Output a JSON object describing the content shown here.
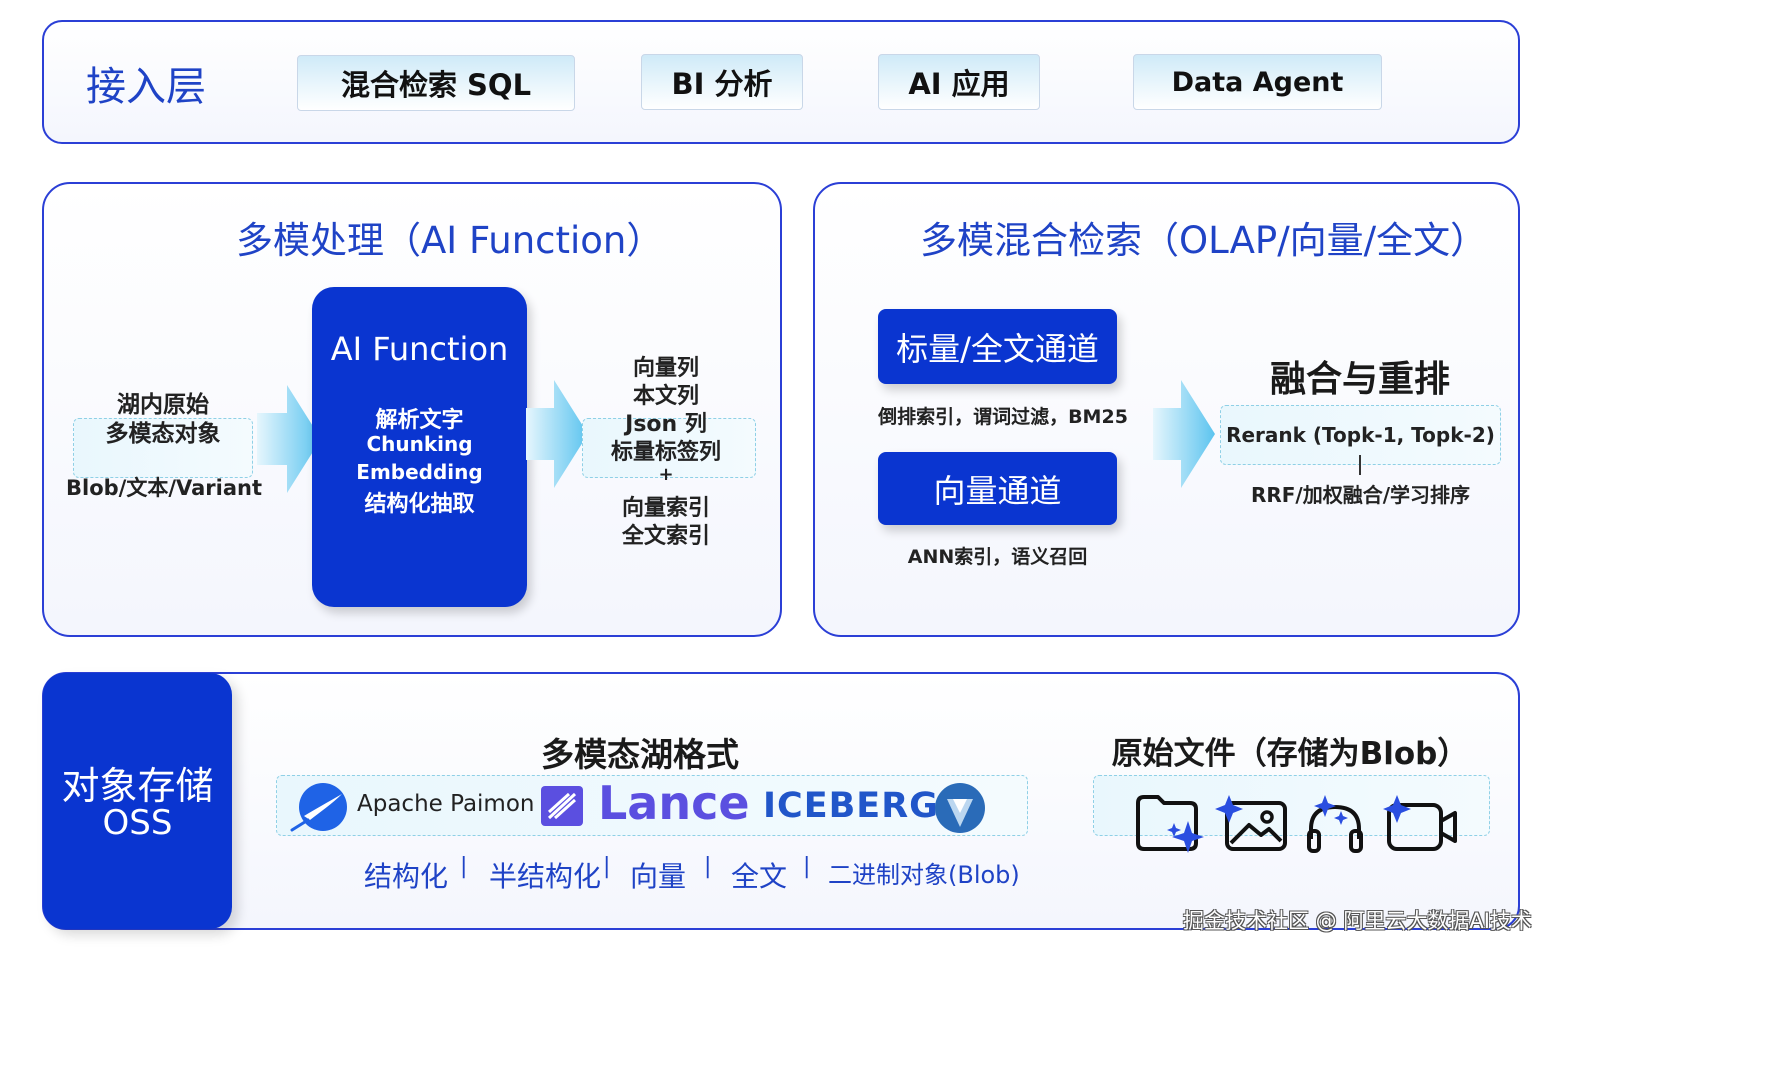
{
  "access_layer": {
    "title": "接入层",
    "chips": [
      "混合检索 SQL",
      "BI 分析",
      "AI 应用",
      "Data Agent"
    ]
  },
  "processing": {
    "title": "多模处理（AI Function）",
    "input_line1": "湖内原始",
    "input_line2": "多模态对象",
    "input_sub": "Blob/文本/Variant",
    "center_title": "AI Function",
    "center_items": [
      "解析文字",
      "Chunking",
      "Embedding",
      "结构化抽取"
    ],
    "outputs": [
      "向量列",
      "本文列",
      "Json 列",
      "标量标签列",
      "+",
      "向量索引",
      "全文索引"
    ]
  },
  "retrieval": {
    "title": "多模混合检索（OLAP/向量/全文）",
    "scalar_channel": "标量/全文通道",
    "scalar_desc": "倒排索引，谓词过滤，BM25",
    "vector_channel": "向量通道",
    "vector_desc": "ANN索引，语义召回",
    "fusion_title": "融合与重排",
    "rerank": "Rerank (Topk-1, Topk-2)",
    "rerank_methods": "RRF/加权融合/学习排序"
  },
  "storage": {
    "title_line1": "对象存储",
    "title_line2": "OSS",
    "lake_format_title": "多模态湖格式",
    "apache_paimon": "Apache Paimon",
    "lance": "Lance",
    "iceberg": "ICEBERG",
    "formats": [
      "结构化",
      "半结构化",
      "向量",
      "全文",
      "二进制对象(Blob)"
    ],
    "separator": "|",
    "raw_files_title": "原始文件（存储为Blob）"
  },
  "watermark": "掘金技术社区 @ 阿里云大数据AI技术",
  "colors": {
    "brand_blue": "#0a35d0",
    "title_blue": "#1f43c6",
    "border_blue": "#2b3fd6",
    "light_cyan": "#e9f7fd"
  }
}
